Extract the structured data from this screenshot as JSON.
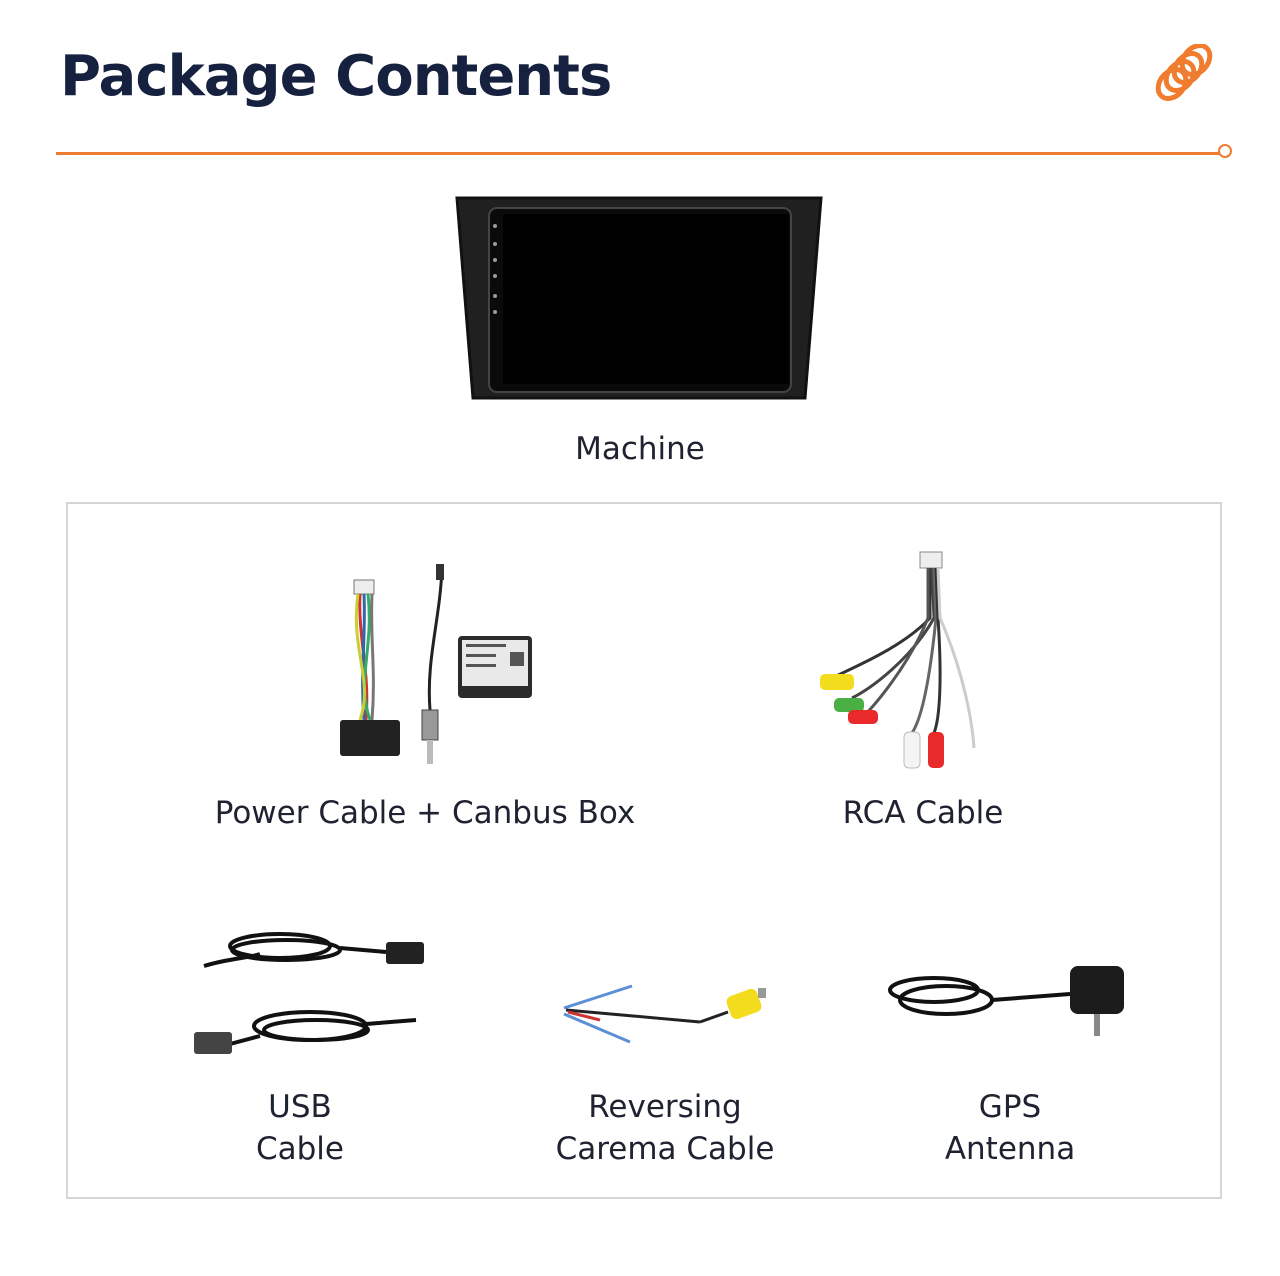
{
  "header": {
    "title": "Package Contents",
    "accent_color": "#f07c2f",
    "logo_icon": "orange-coil-logo-icon"
  },
  "machine": {
    "label": "Machine",
    "icon": "car-stereo-unit-image"
  },
  "items": [
    {
      "label": "Power Cable + Canbus Box",
      "icon": "power-cable-canbus-image"
    },
    {
      "label": "RCA Cable",
      "icon": "rca-cable-image"
    },
    {
      "label": "USB\nCable",
      "icon": "usb-cable-image"
    },
    {
      "label": "Reversing\nCarema Cable",
      "icon": "reversing-camera-cable-image"
    },
    {
      "label": "GPS\nAntenna",
      "icon": "gps-antenna-image"
    }
  ]
}
